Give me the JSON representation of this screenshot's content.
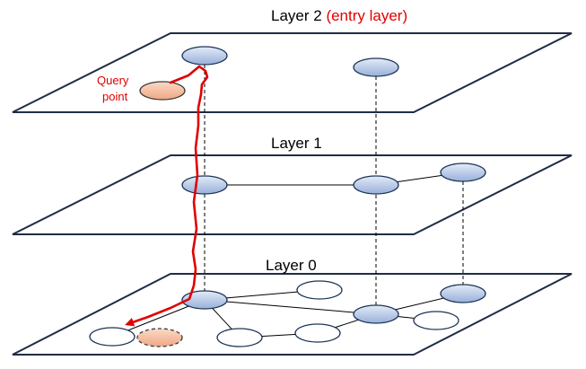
{
  "titles": {
    "layer_2": "Layer 2",
    "layer_2_note": "(entry layer)",
    "layer_1": "Layer 1",
    "layer_0": "Layer 0"
  },
  "query_label": {
    "line1": "Query",
    "line2": "point"
  },
  "colors": {
    "node_fill_light": "#dfe8f7",
    "node_fill_dark": "#9fb6dc",
    "node_stroke": "#1f3557",
    "query_fill": "#f2b89a",
    "query_stroke": "#3a3a3a",
    "search_path": "#e00000",
    "plane_stroke": "#1f2d45",
    "edge": "#000000"
  }
}
